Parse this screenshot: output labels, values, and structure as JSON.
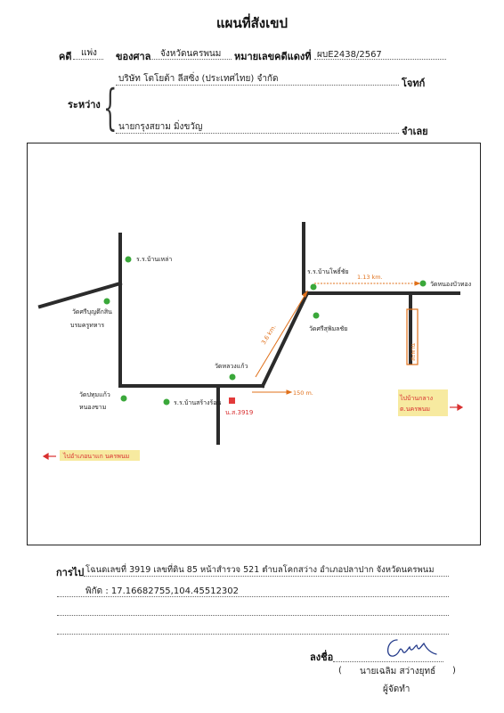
{
  "document": {
    "title": "แผนที่สังเขป",
    "case_label": "คดี",
    "case_type": "แพ่ง",
    "court_label": "ของศาล",
    "court_name": "จังหวัดนครพนม",
    "red_case_label": "หมายเลขคดีแดงที่",
    "red_case_no": "ผบE2438/2567",
    "between_label": "ระหว่าง",
    "plaintiff_name": "บริษัท โตโยต้า ลีสซิ่ง (ประเทศไทย) จำกัด",
    "plaintiff_role": "โจทก์",
    "defendant_name": "นายกรุงสยาม มิ่งขวัญ",
    "defendant_role": "จำเลย"
  },
  "map": {
    "labels": {
      "ban_lao_school": "ร.ร.บ้านเหล่า",
      "wat_left": "วัดศรีบุญตึกสิน",
      "wat_left_2": "บรมครูทหาร",
      "wat_bot": "วัดปทุมแก้ว",
      "wat_bot_2": "หนองขาม",
      "school_bot": "ร.ร.บ้านสร้างร้อน",
      "wat_center": "วัดหลวงแก้ว",
      "school_right": "ร.ร.บ้านโพธิ์ชัย",
      "wat_right_mid": "วัดศรีสุพิมลชัย",
      "wat_far_right": "วัดหนองบัวทอง",
      "parcel": "น.ส.3919",
      "dist_diag": "3.6 km.",
      "dist_top": "1.13 km.",
      "dist_low": "150 m.",
      "bridge": "สะพาน",
      "to_right_line1": "ไปบ้านกลาง",
      "to_right_line2": "ต.นครพนม",
      "to_left": "ไปอำเภอนาแก นครพนม"
    }
  },
  "directions": {
    "label": "การไป",
    "line1": "โฉนดเลขที่ 3919 เลขที่ดิน 85 หน้าสำรวจ 521 ตำบลโคกสว่าง อำเภอปลาปาก  จังหวัดนครพนม",
    "line2": "พิกัด : 17.16682755,104.45512302"
  },
  "signature": {
    "label": "ลงชื่อ",
    "name": "นายเฉลิม  สว่างยุทธ์",
    "open_paren": "(",
    "close_paren": ")",
    "role": "ผู้จัดทำ"
  }
}
